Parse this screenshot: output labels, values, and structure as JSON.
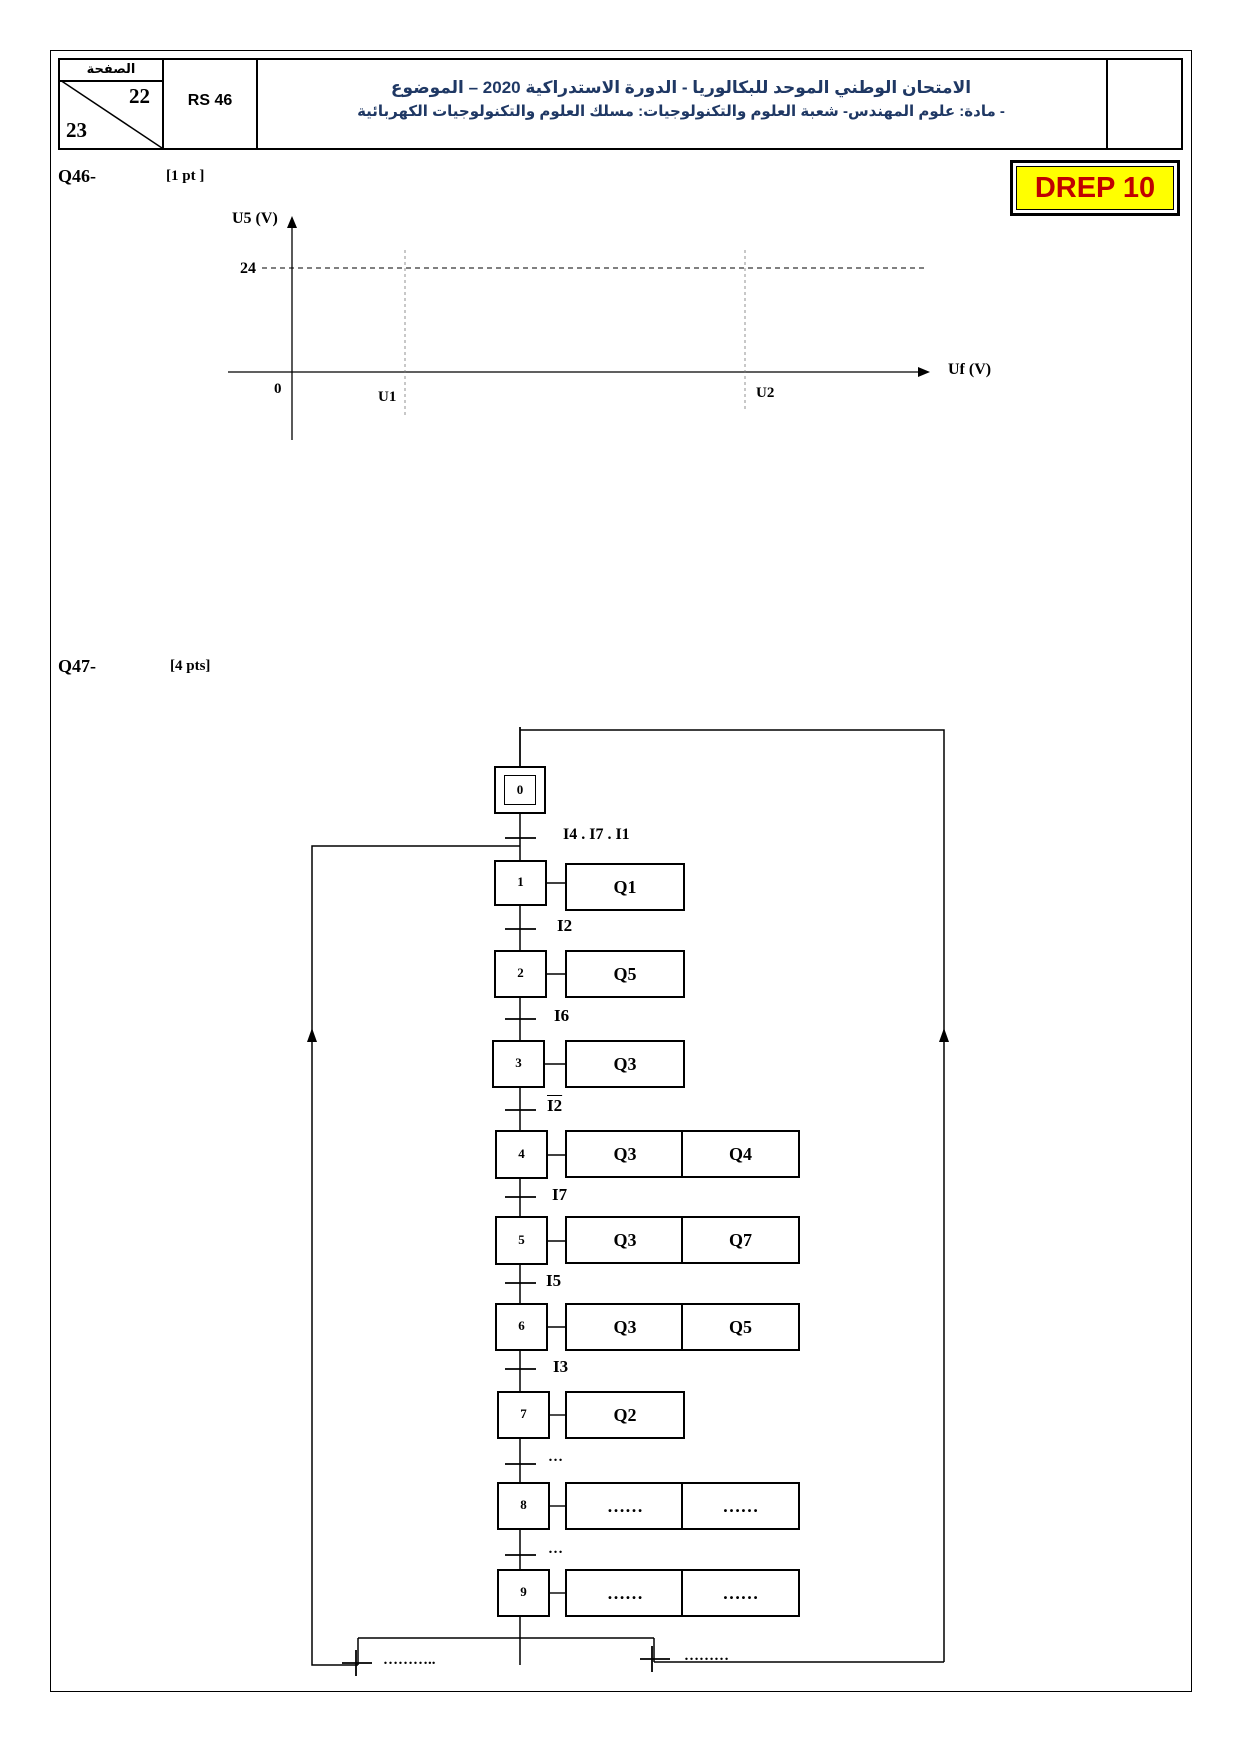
{
  "header": {
    "page_label": "الصفحة",
    "page_current": "22",
    "page_total": "23",
    "code": "RS 46",
    "title_line1": "الامتحان الوطني الموحد للبكالوريا - الدورة الاستدراكية 2020 – الموضوع",
    "title_line2": "- مادة: علوم المهندس- شعبة العلوم والتكنولوجيات: مسلك العلوم والتكنولوجيات الكهربائية"
  },
  "badge": "DREP 10",
  "q46": {
    "label": "Q46-",
    "points": "[1 pt ]",
    "chart_data": {
      "type": "line",
      "ylabel": "U5 (V)",
      "xlabel": "Uf (V)",
      "origin_label": "0",
      "y_tick": "24",
      "x_ticks": [
        "U1",
        "U2"
      ],
      "series": []
    }
  },
  "q47": {
    "label": "Q47-",
    "points": "[4 pts]",
    "grafcet": {
      "initial_step": "0",
      "steps": [
        {
          "num": "1",
          "actions": [
            "Q1"
          ]
        },
        {
          "num": "2",
          "actions": [
            "Q5"
          ]
        },
        {
          "num": "3",
          "actions": [
            "Q3"
          ]
        },
        {
          "num": "4",
          "actions": [
            "Q3",
            "Q4"
          ]
        },
        {
          "num": "5",
          "actions": [
            "Q3",
            "Q7"
          ]
        },
        {
          "num": "6",
          "actions": [
            "Q3",
            "Q5"
          ]
        },
        {
          "num": "7",
          "actions": [
            "Q2"
          ]
        },
        {
          "num": "8",
          "actions": [
            "……",
            "……"
          ]
        },
        {
          "num": "9",
          "actions": [
            "……",
            "……"
          ]
        }
      ],
      "transitions": [
        "I4 . I7 . I1",
        "I2",
        "I6",
        "I2",
        "I7",
        "I5",
        "I3",
        "…",
        "…"
      ],
      "branch_transitions": [
        "………..",
        "………"
      ]
    }
  }
}
